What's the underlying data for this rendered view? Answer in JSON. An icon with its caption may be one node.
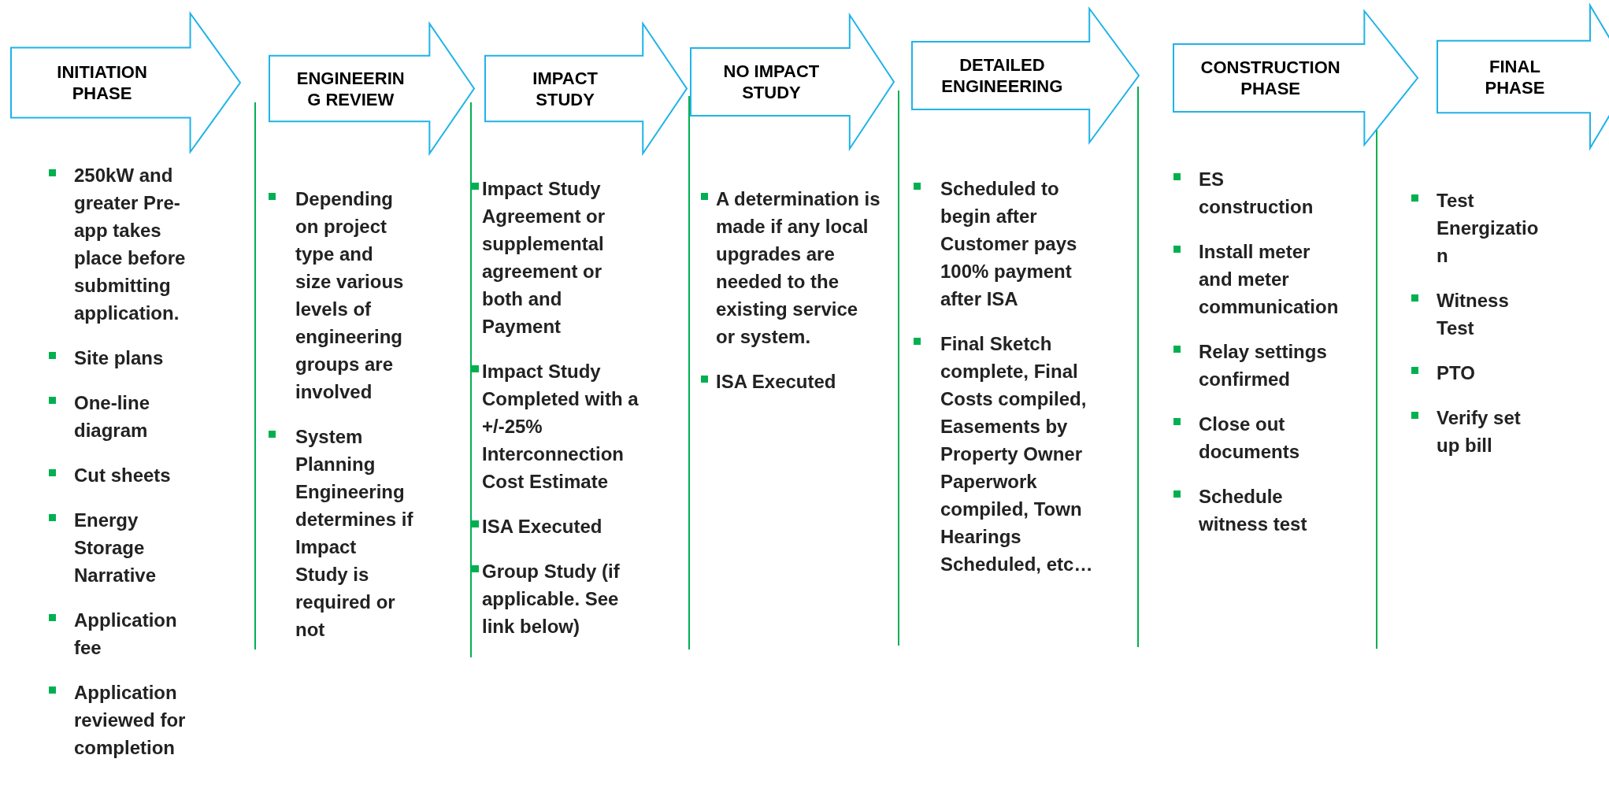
{
  "diagram": {
    "nodes": [
      {
        "text": [
          "INITIATION PHASE"
        ],
        "beside": [
          "250kW and greater Pre-app takes place before submitting application.",
          "Site plans",
          "One-line diagram",
          "Cut sheets",
          "Energy Storage Narrative",
          "Application fee",
          "Application reviewed for completion"
        ]
      },
      {
        "text": [
          "ENGINEERIN G REVIEW"
        ],
        "beside": [
          "Depending on project type and size various levels of engineering groups are involved",
          "System Planning Engineering determines if Impact Study is required or not"
        ]
      },
      {
        "text": [
          "IMPACT STUDY"
        ],
        "beside": [
          "Impact Study Agreement or supplemental agreement or both and Payment",
          "Impact Study Completed with a +/-25% Interconnection Cost Estimate",
          "ISA Executed",
          "Group Study (if applicable. See link below)"
        ]
      },
      {
        "text": [
          "NO IMPACT STUDY"
        ],
        "beside": [
          "A determination is made if any local upgrades are needed to the existing service or system.",
          "ISA Executed"
        ]
      },
      {
        "text": [
          "DETAILED ENGINEERING"
        ],
        "beside": [
          "Scheduled to begin after Customer pays 100% payment after ISA",
          "Final Sketch complete, Final Costs compiled, Easements by Property Owner Paperwork compiled, Town Hearings Scheduled, etc…"
        ]
      },
      {
        "text": [
          "CONSTRUCTION PHASE"
        ],
        "beside": [
          "ES construction",
          "Install meter and meter communication",
          "Relay settings confirmed",
          "Close out documents",
          "Schedule witness test"
        ]
      },
      {
        "text": [
          "FINAL PHASE"
        ],
        "beside": [
          "Test Energizatio n",
          "Witness Test",
          "PTO",
          "Verify set up bill"
        ]
      }
    ]
  }
}
